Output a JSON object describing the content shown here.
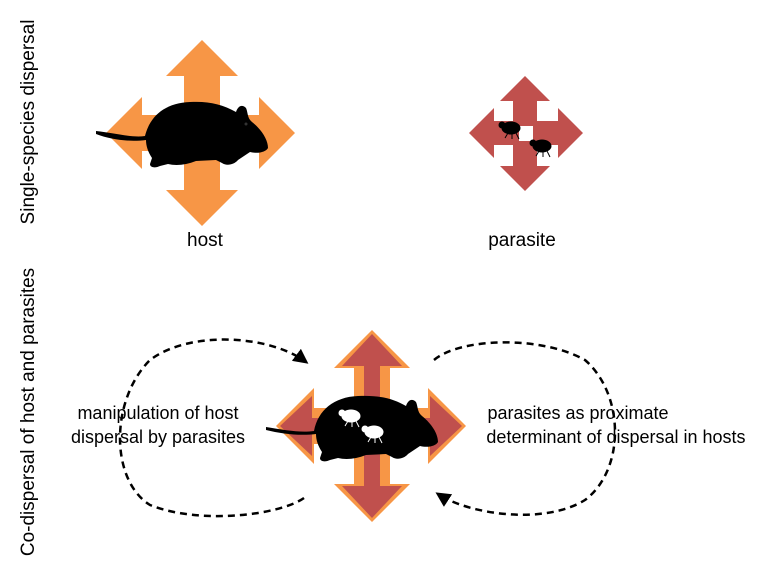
{
  "side_labels": {
    "top": "Single-species dispersal",
    "bottom": "Co-dispersal of host and parasites"
  },
  "labels": {
    "host": "host",
    "parasite": "parasite",
    "left_line1": "manipulation of host",
    "left_line2": "dispersal by parasites",
    "right_line1": "parasites as proximate",
    "right_line2": "determinant of dispersal in hosts"
  },
  "colors": {
    "host_arrow": "#f79646",
    "parasite_arrow": "#c0504d",
    "silhouette": "#000000",
    "dashed_arrow": "#000000"
  },
  "icons": {
    "host": "rodent-silhouette-icon",
    "parasite": "flea-icon"
  }
}
